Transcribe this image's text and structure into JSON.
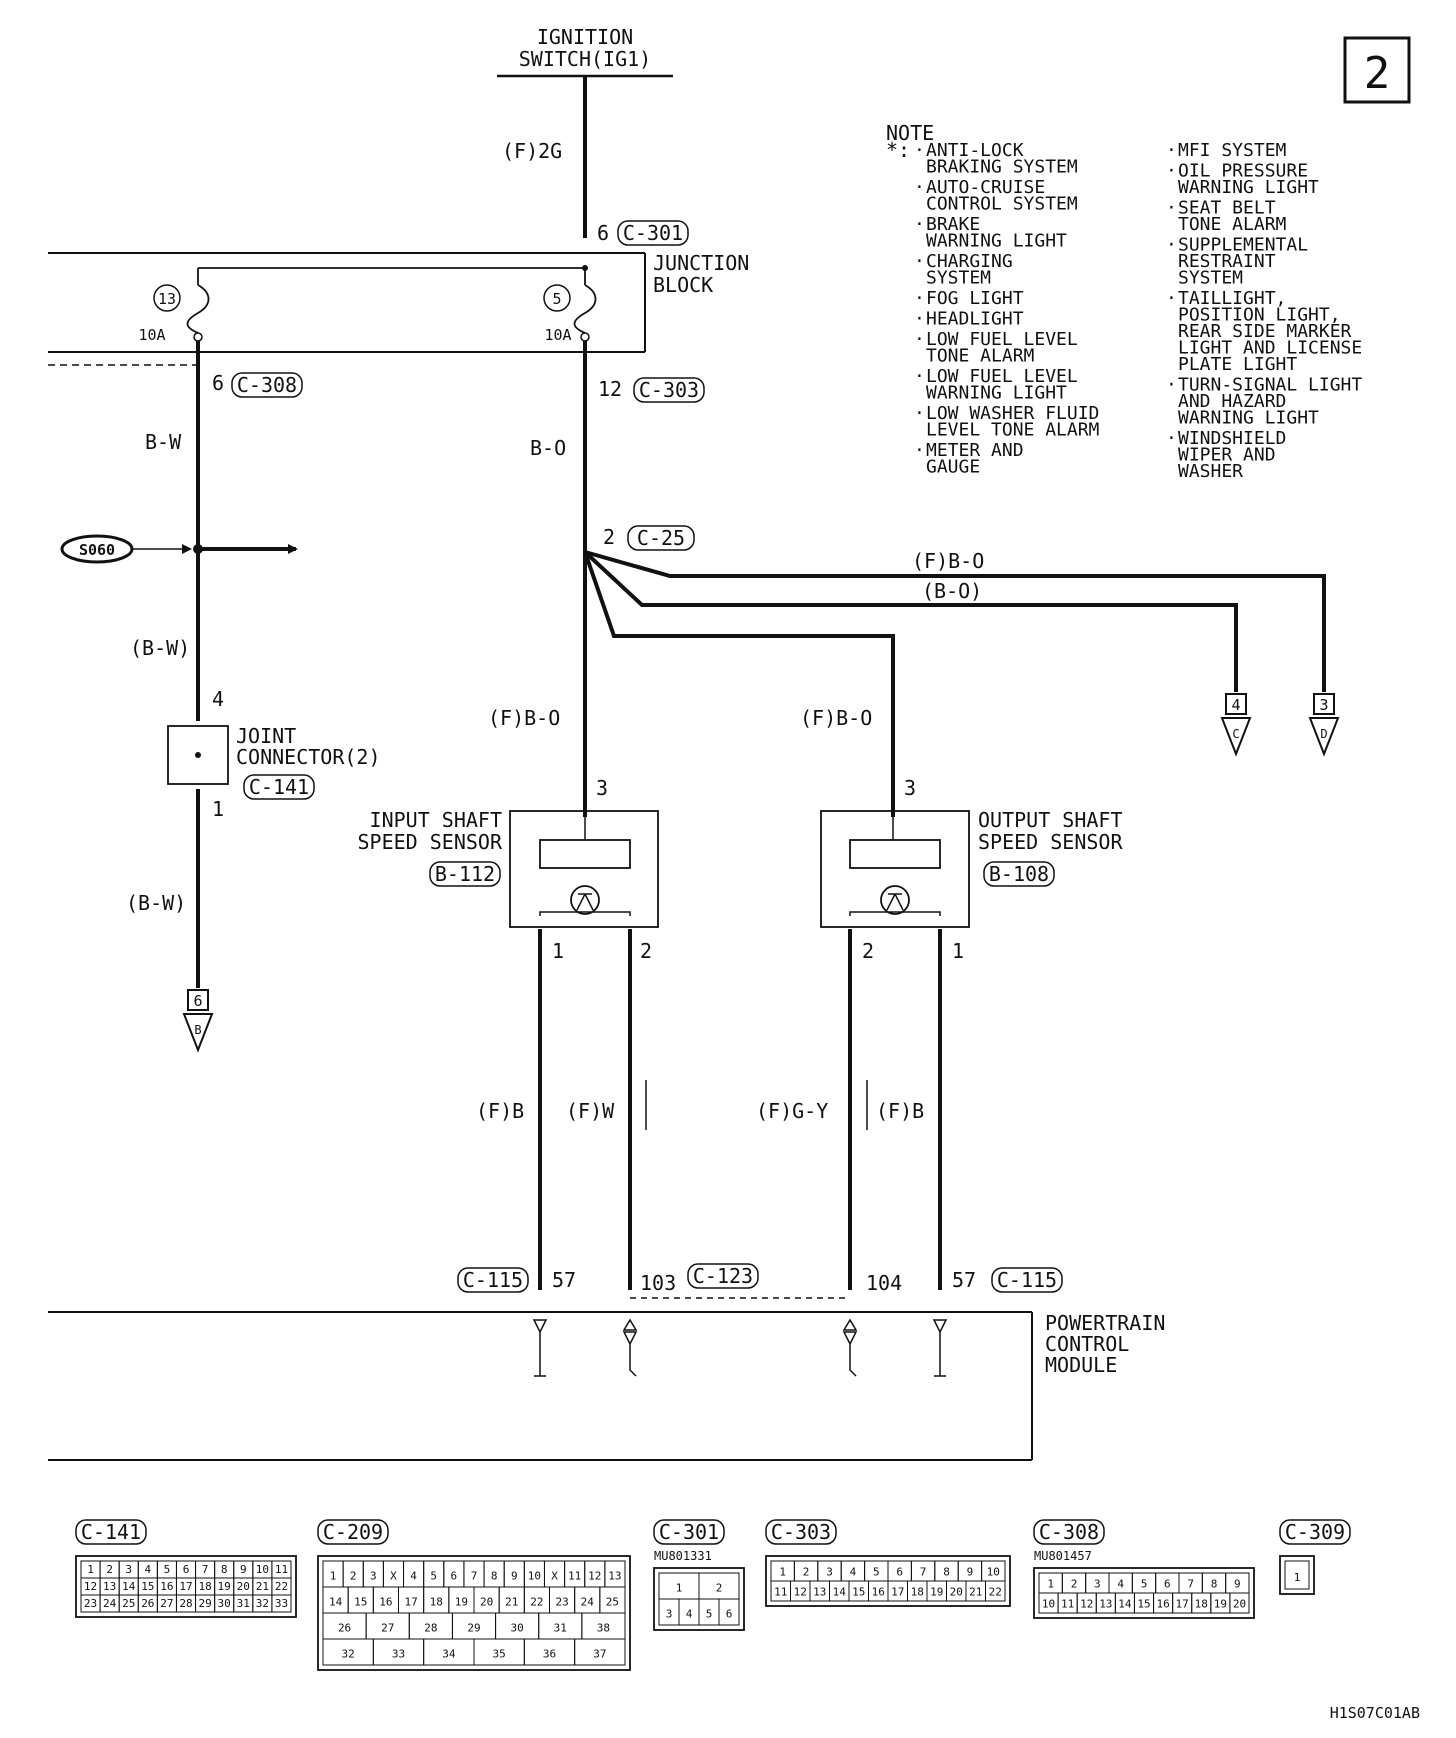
{
  "page_number": "2",
  "title": [
    "IGNITION",
    "SWITCH(IG1)"
  ],
  "footer_code": "H1S07C01AB",
  "junction_block": {
    "label": [
      "JUNCTION",
      "BLOCK"
    ],
    "fuse_left_number": "13",
    "fuse_right_number": "5",
    "fuse_rating": "10A"
  },
  "joint_connector": {
    "label": [
      "JOINT",
      "CONNECTOR(2)"
    ],
    "id": "C-141"
  },
  "splice": "S060",
  "pcm_label": [
    "POWERTRAIN",
    "CONTROL",
    "MODULE"
  ],
  "note": {
    "heading": "NOTE",
    "marker": "*:",
    "col1": [
      [
        "ANTI-LOCK",
        "BRAKING SYSTEM"
      ],
      [
        "AUTO-CRUISE",
        "CONTROL SYSTEM"
      ],
      [
        "BRAKE",
        "WARNING LIGHT"
      ],
      [
        "CHARGING",
        "SYSTEM"
      ],
      [
        "FOG LIGHT"
      ],
      [
        "HEADLIGHT"
      ],
      [
        "LOW FUEL LEVEL",
        "TONE ALARM"
      ],
      [
        "LOW FUEL LEVEL",
        "WARNING LIGHT"
      ],
      [
        "LOW WASHER FLUID",
        "LEVEL TONE ALARM"
      ],
      [
        "METER AND",
        "GAUGE"
      ]
    ],
    "col2": [
      [
        "MFI SYSTEM"
      ],
      [
        "OIL PRESSURE",
        "WARNING LIGHT"
      ],
      [
        "SEAT BELT",
        "TONE ALARM"
      ],
      [
        "SUPPLEMENTAL",
        "RESTRAINT",
        "SYSTEM"
      ],
      [
        "TAILLIGHT,",
        "POSITION LIGHT,",
        "REAR SIDE MARKER",
        "LIGHT AND LICENSE",
        "PLATE LIGHT"
      ],
      [
        "TURN-SIGNAL LIGHT",
        "AND HAZARD",
        "WARNING LIGHT"
      ],
      [
        "WINDSHIELD",
        "WIPER AND",
        "WASHER"
      ]
    ]
  },
  "wire_colors": {
    "ign": "(F)2G",
    "left_main": "B-W",
    "left_mid": "(B-W)",
    "left_low": "(B-W)",
    "center": "B-O",
    "branch_top": "(F)B-O",
    "branch_mid": "(B-O)",
    "iss_feed": "(F)B-O",
    "oss_feed": "(F)B-O",
    "iss_pin1": "(F)B",
    "iss_pin2": "(F)W",
    "oss_pin2": "(F)G-Y",
    "oss_pin1": "(F)B"
  },
  "connectors": {
    "c301": "C-301",
    "c308": "C-308",
    "c303": "C-303",
    "c25": "C-25",
    "c141": "C-141",
    "b112": "B-112",
    "b108": "B-108",
    "c115_left": "C-115",
    "c123": "C-123",
    "c115_right": "C-115"
  },
  "pins": {
    "c301": "6",
    "c308": "6",
    "c303": "12",
    "c25": "2",
    "jc_top": "4",
    "jc_bottom": "1",
    "iss_feed": "3",
    "oss_feed": "3",
    "iss_1": "1",
    "iss_2": "2",
    "oss_2": "2",
    "oss_1": "1",
    "pcm_57_left": "57",
    "pcm_103": "103",
    "pcm_104": "104",
    "pcm_57_right": "57"
  },
  "sensors": {
    "input": {
      "label": [
        "INPUT SHAFT",
        "SPEED SENSOR"
      ],
      "id": "B-112"
    },
    "output": {
      "label": [
        "OUTPUT SHAFT",
        "SPEED SENSOR"
      ],
      "id": "B-108"
    }
  },
  "offpage_refs": [
    {
      "number": "6",
      "letter": "B"
    },
    {
      "number": "4",
      "letter": "C"
    },
    {
      "number": "3",
      "letter": "D"
    }
  ],
  "connector_views": {
    "c141": {
      "id": "C-141",
      "part": "",
      "rows": [
        [
          "1",
          "2",
          "3",
          "4",
          "5",
          "6",
          "7",
          "8",
          "9",
          "10",
          "11"
        ],
        [
          "12",
          "13",
          "14",
          "15",
          "16",
          "17",
          "18",
          "19",
          "20",
          "21",
          "22"
        ],
        [
          "23",
          "24",
          "25",
          "26",
          "27",
          "28",
          "29",
          "30",
          "31",
          "32",
          "33"
        ]
      ]
    },
    "c209": {
      "id": "C-209",
      "part": "",
      "rows": [
        [
          "1",
          "2",
          "3",
          "X",
          "4",
          "5",
          "6",
          "7",
          "8",
          "9",
          "10",
          "X",
          "11",
          "12",
          "13"
        ],
        [
          "14",
          "15",
          "16",
          "17",
          "18",
          "19",
          "20",
          "21",
          "22",
          "23",
          "24",
          "25"
        ],
        [
          "26",
          "27",
          "28",
          "29",
          "30",
          "31",
          "38"
        ],
        [
          "32",
          "33",
          "34",
          "35",
          "36",
          "37"
        ]
      ]
    },
    "c301": {
      "id": "C-301",
      "part": "MU801331",
      "rows": [
        [
          "1",
          "2"
        ],
        [
          "3",
          "4",
          "5",
          "6"
        ]
      ]
    },
    "c303": {
      "id": "C-303",
      "part": "",
      "rows": [
        [
          "1",
          "2",
          "3",
          "4",
          "5",
          "6",
          "7",
          "8",
          "9",
          "10"
        ],
        [
          "11",
          "12",
          "13",
          "14",
          "15",
          "16",
          "17",
          "18",
          "19",
          "20",
          "21",
          "22"
        ]
      ]
    },
    "c308": {
      "id": "C-308",
      "part": "MU801457",
      "rows": [
        [
          "1",
          "2",
          "3",
          "4",
          "5",
          "6",
          "7",
          "8",
          "9"
        ],
        [
          "10",
          "11",
          "12",
          "13",
          "14",
          "15",
          "16",
          "17",
          "18",
          "19",
          "20"
        ]
      ]
    },
    "c309": {
      "id": "C-309",
      "part": "",
      "rows": [
        [
          "1"
        ]
      ]
    }
  }
}
